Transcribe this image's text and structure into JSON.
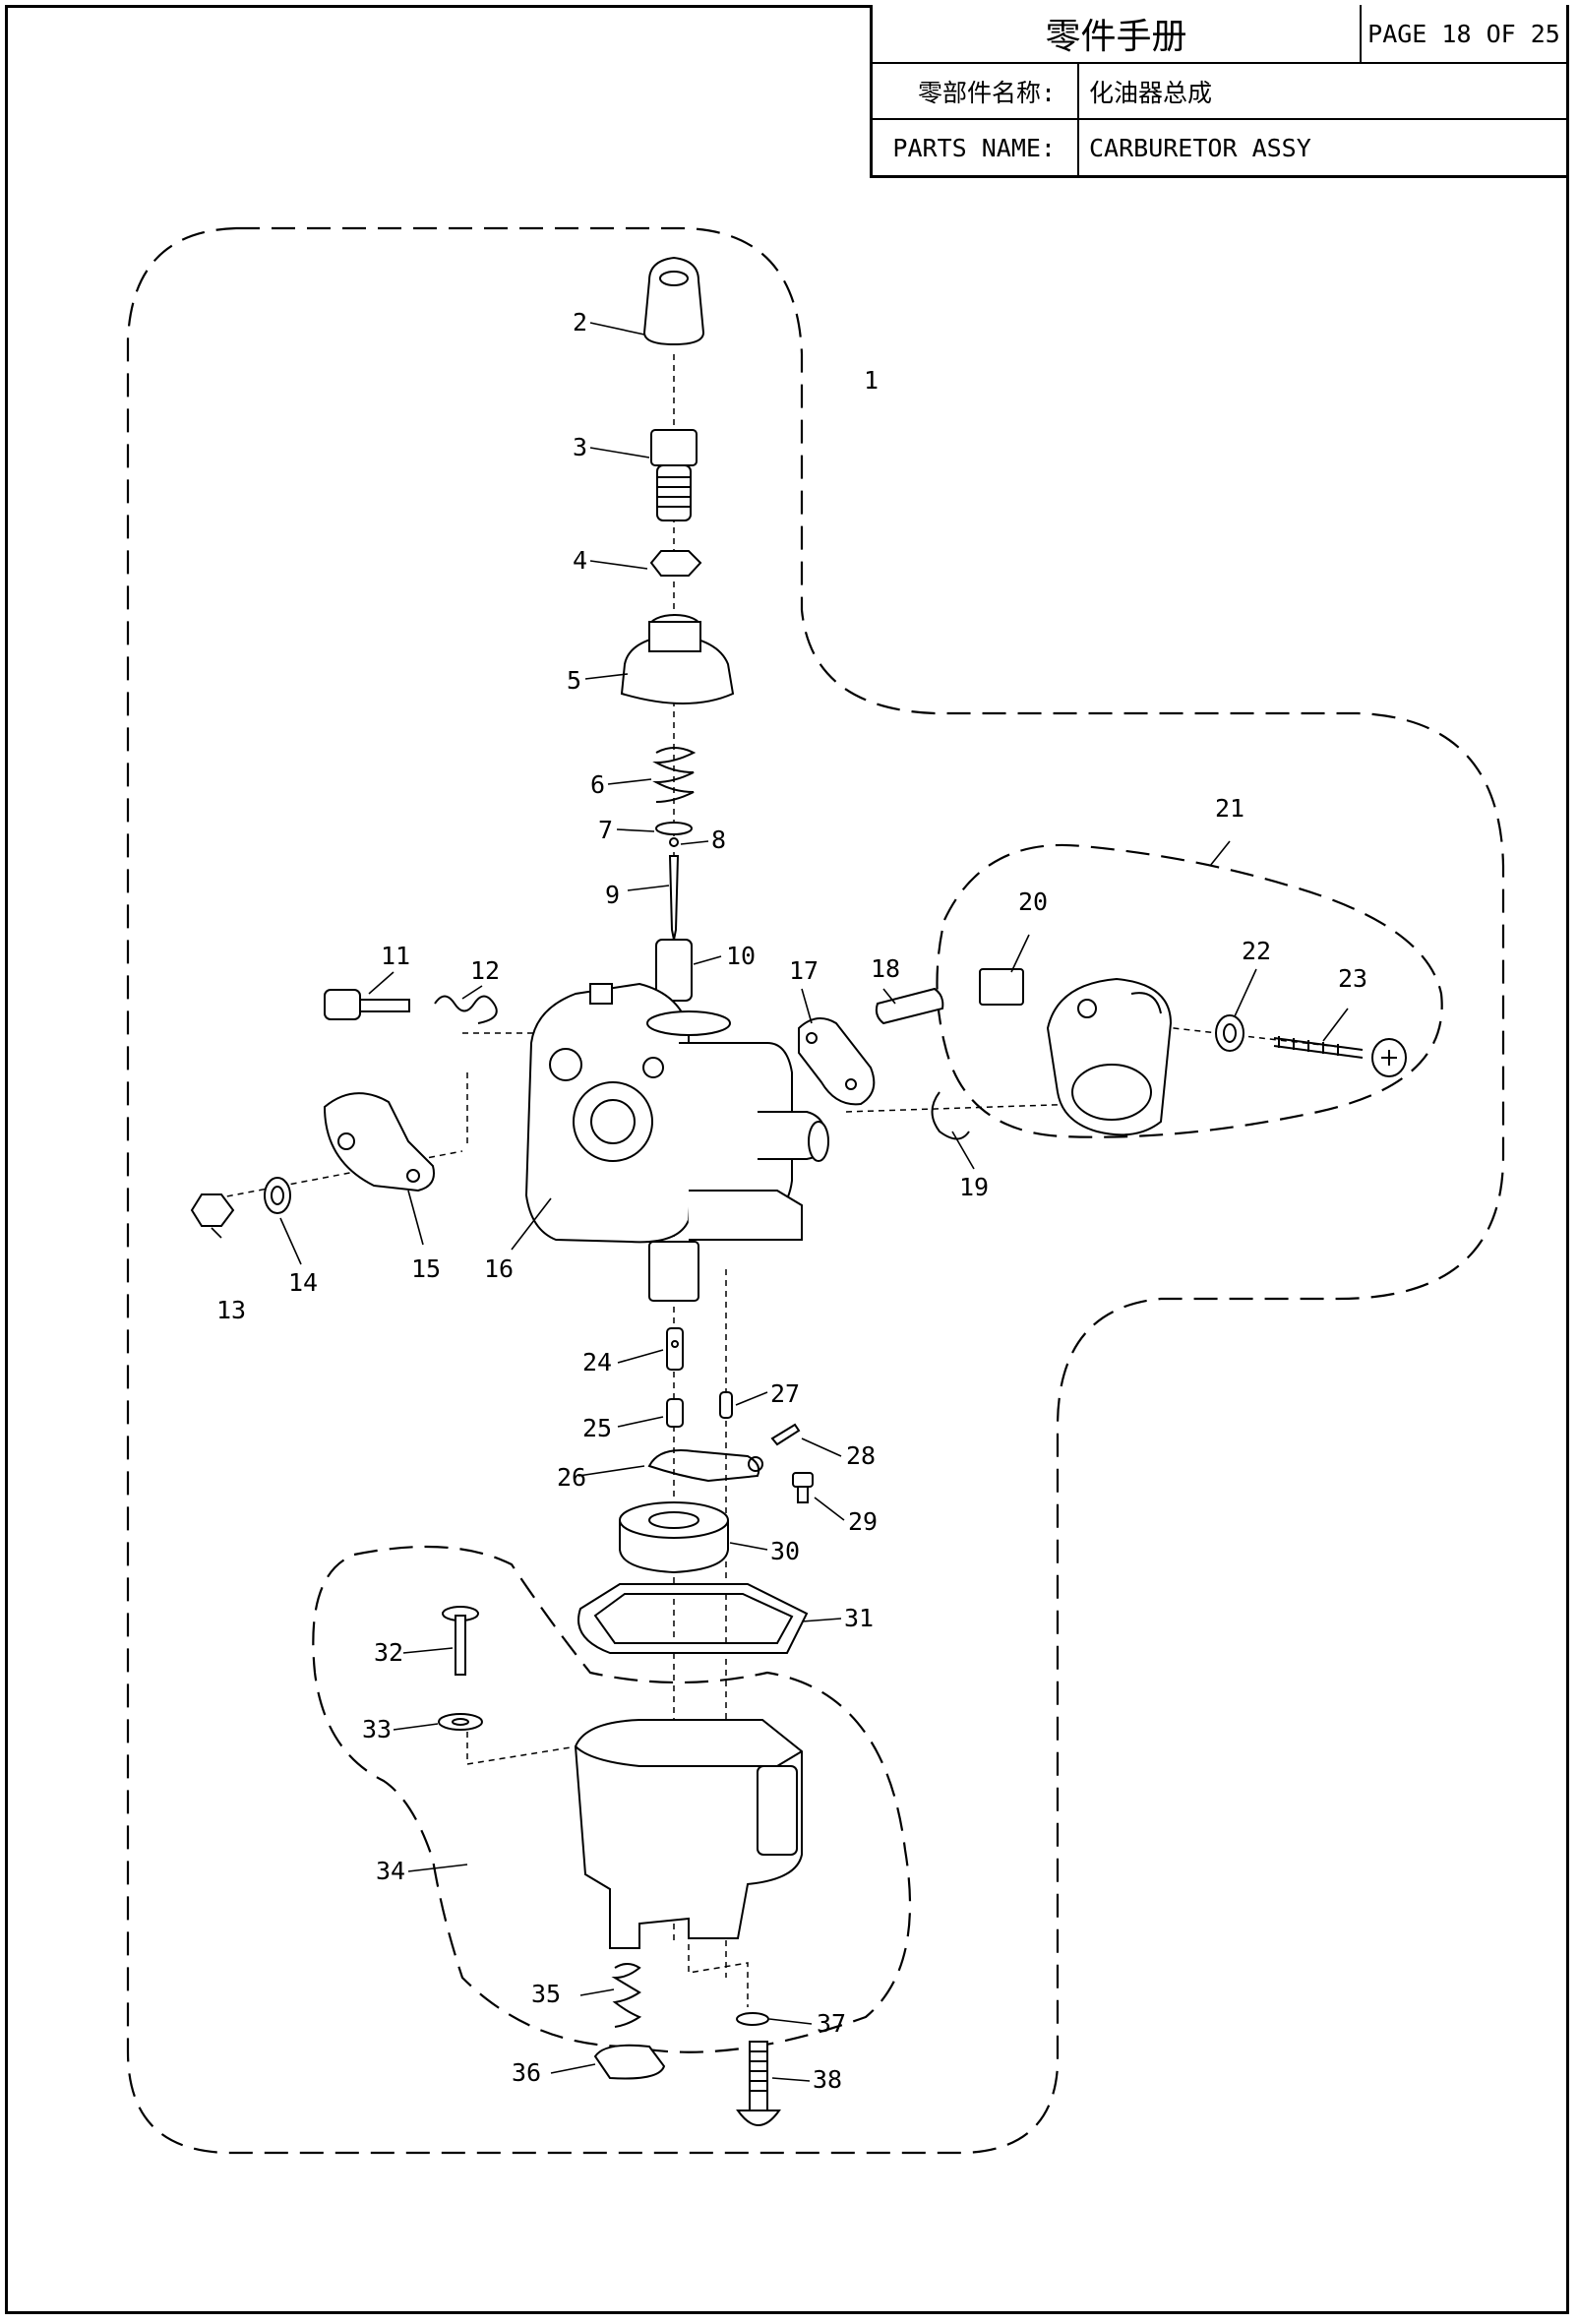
{
  "title_block": {
    "header": "零件手册",
    "page": "PAGE 18 OF 25",
    "cn_label": "零部件名称:",
    "cn_value": "化油器总成",
    "en_label": "PARTS NAME:",
    "en_value": "CARBURETOR ASSY"
  },
  "callouts": [
    "1",
    "2",
    "3",
    "4",
    "5",
    "6",
    "7",
    "8",
    "9",
    "10",
    "11",
    "12",
    "13",
    "14",
    "15",
    "16",
    "17",
    "18",
    "19",
    "20",
    "21",
    "22",
    "23",
    "24",
    "25",
    "26",
    "27",
    "28",
    "29",
    "30",
    "31",
    "32",
    "33",
    "34",
    "35",
    "36",
    "37",
    "38"
  ]
}
